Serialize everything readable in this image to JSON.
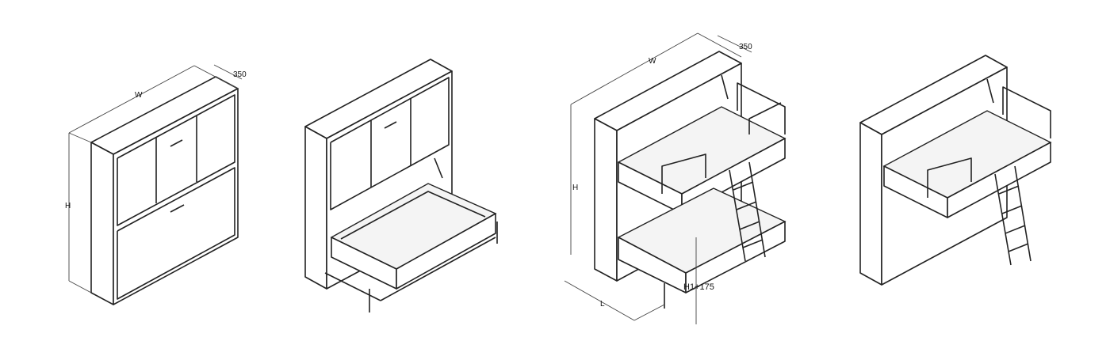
{
  "figures": [
    {
      "name": "closed-cabinet",
      "labels": {
        "width": "W",
        "depth": "350",
        "height": "H"
      }
    },
    {
      "name": "single-bed-open",
      "labels": {}
    },
    {
      "name": "bunk-bed-open",
      "labels": {
        "width": "W",
        "depth": "350",
        "height": "H",
        "length": "L",
        "bed_height": "H1+175"
      }
    },
    {
      "name": "loft-bed-open",
      "labels": {}
    }
  ]
}
